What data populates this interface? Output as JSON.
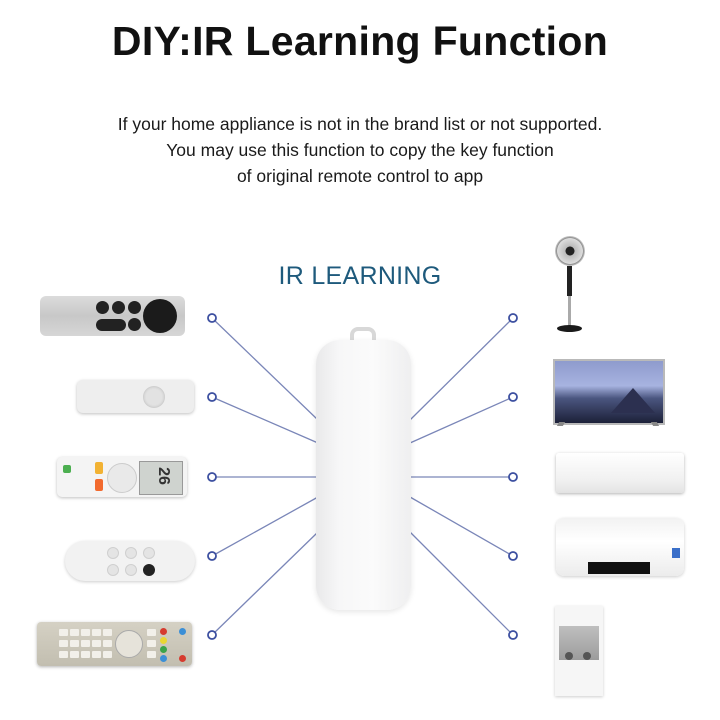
{
  "header": {
    "title": "DIY:IR Learning Function",
    "description_lines": [
      "If your home appliance is not in the brand list or not supported.",
      "You may use this function to copy the key function",
      "of original remote control to app"
    ]
  },
  "diagram": {
    "center_label": "IR LEARNING",
    "hub_device": "IR blaster (white)",
    "line_color": "#7a86b8",
    "node_color": "#3c4fa0",
    "label_color": "#1e5a7c",
    "left_remotes": [
      {
        "name": "apple-tv-style remote"
      },
      {
        "name": "white streaming remote"
      },
      {
        "name": "air conditioner remote",
        "display_value": "26"
      },
      {
        "name": "oval white remote"
      },
      {
        "name": "tv remote"
      }
    ],
    "right_appliances": [
      {
        "name": "standing fan"
      },
      {
        "name": "television"
      },
      {
        "name": "air conditioner"
      },
      {
        "name": "water heater"
      },
      {
        "name": "water dispenser"
      }
    ]
  }
}
